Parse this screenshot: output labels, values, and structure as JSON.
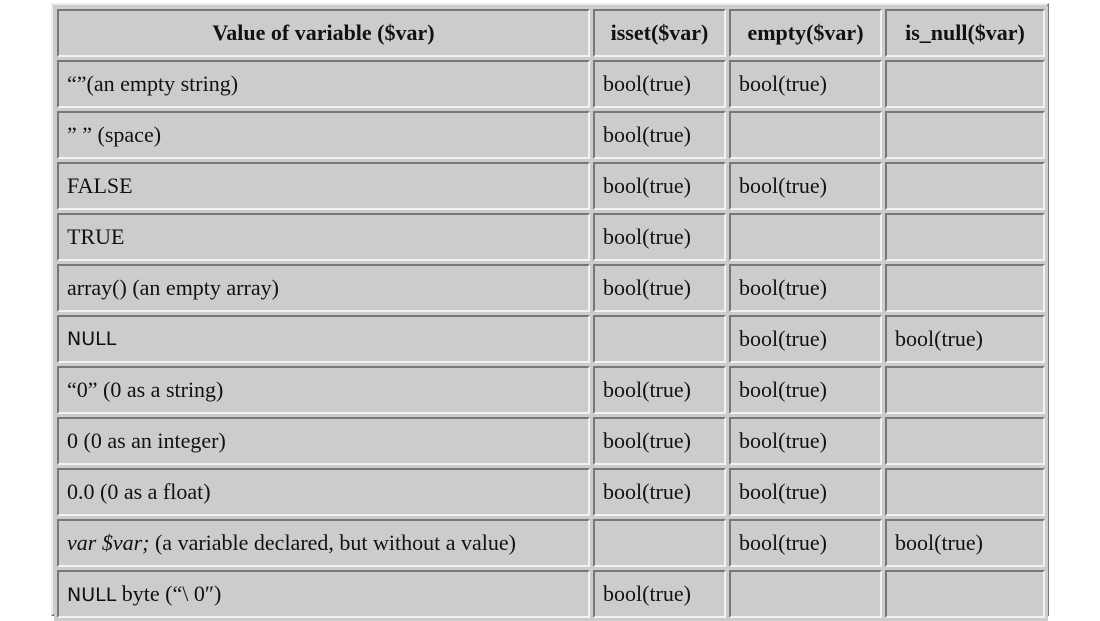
{
  "headers": [
    "Value of variable ($var)",
    "isset($var)",
    "empty($var)",
    "is_null($var)"
  ],
  "rows": [
    {
      "value": "“”(an empty string)",
      "isset": "bool(true)",
      "empty": "bool(true)",
      "is_null": ""
    },
    {
      "value": "” ” (space)",
      "isset": "bool(true)",
      "empty": "",
      "is_null": ""
    },
    {
      "value": "FALSE",
      "isset": "bool(true)",
      "empty": "bool(true)",
      "is_null": ""
    },
    {
      "value": "TRUE",
      "isset": "bool(true)",
      "empty": "",
      "is_null": ""
    },
    {
      "value": "array() (an empty array)",
      "isset": "bool(true)",
      "empty": "bool(true)",
      "is_null": ""
    },
    {
      "value": "NULL",
      "isset": "",
      "empty": "bool(true)",
      "is_null": "bool(true)"
    },
    {
      "value": "“0” (0 as a string)",
      "isset": "bool(true)",
      "empty": "bool(true)",
      "is_null": ""
    },
    {
      "value": "0 (0 as an integer)",
      "isset": "bool(true)",
      "empty": "bool(true)",
      "is_null": ""
    },
    {
      "value": "0.0 (0 as a float)",
      "isset": "bool(true)",
      "empty": "bool(true)",
      "is_null": ""
    },
    {
      "value_code": "var $var;",
      "value_rest": " (a variable declared, but without a value)",
      "isset": "",
      "empty": "bool(true)",
      "is_null": "bool(true)"
    },
    {
      "value_code": "NULL",
      "value_rest": " byte (“\\ 0″)",
      "isset": "bool(true)",
      "empty": "",
      "is_null": ""
    }
  ]
}
